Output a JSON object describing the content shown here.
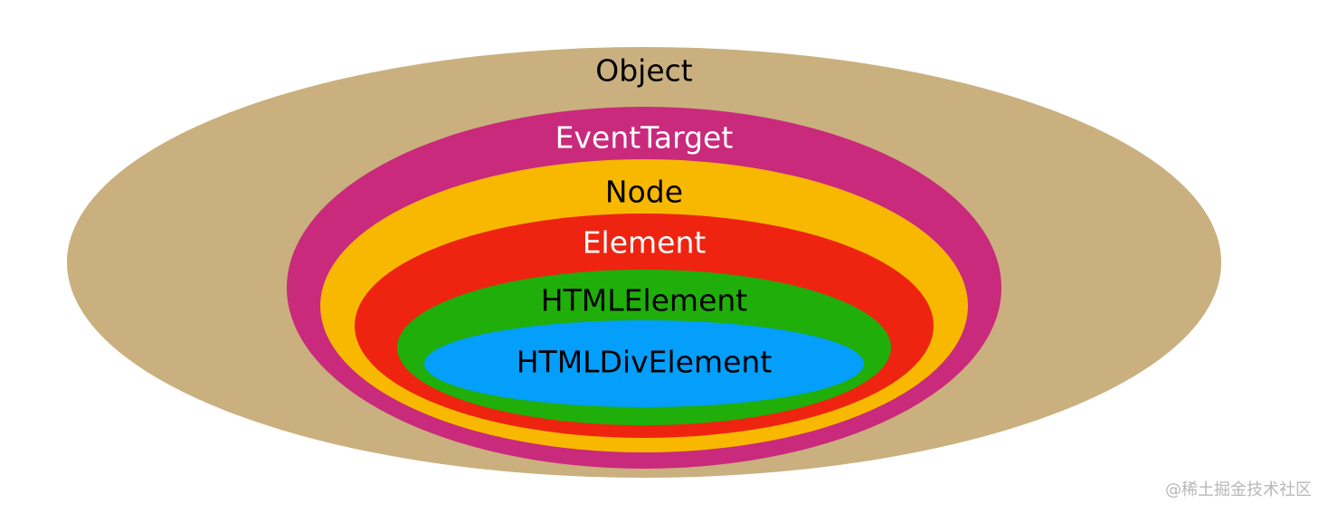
{
  "diagram": {
    "layers": [
      {
        "label": "Object",
        "fill": "#c9b07e",
        "text_color": "#000000"
      },
      {
        "label": "EventTarget",
        "fill": "#c92a7c",
        "text_color": "#ffffff"
      },
      {
        "label": "Node",
        "fill": "#f9b800",
        "text_color": "#000000"
      },
      {
        "label": "Element",
        "fill": "#ee2410",
        "text_color": "#ffffff"
      },
      {
        "label": "HTMLElement",
        "fill": "#1fae0a",
        "text_color": "#000000"
      },
      {
        "label": "HTMLDivElement",
        "fill": "#039ffb",
        "text_color": "#000000"
      }
    ]
  },
  "watermark": {
    "text": "@稀土掘金技术社区"
  }
}
